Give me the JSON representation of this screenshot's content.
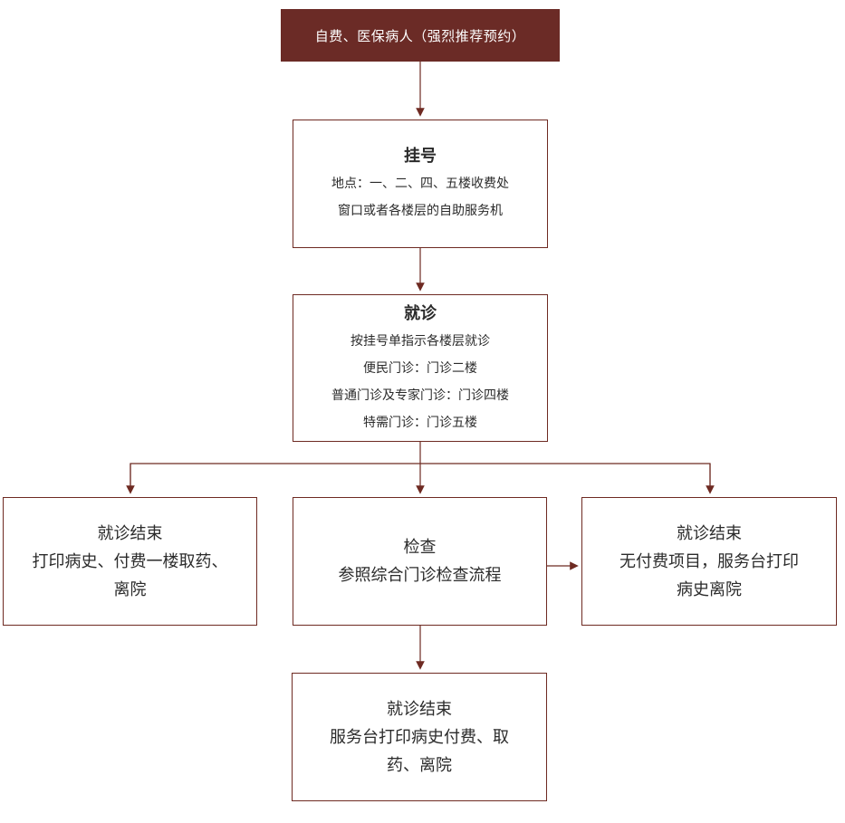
{
  "colors": {
    "accent": "#6b2b26",
    "border": "#6e2a22",
    "text": "#2b2b2b"
  },
  "nodes": {
    "start": {
      "label": "自费、医保病人（强烈推荐预约）"
    },
    "register": {
      "title": "挂号",
      "lines": [
        "地点：一、二、四、五楼收费处",
        "窗口或者各楼层的自助服务机"
      ]
    },
    "consult": {
      "title": "就诊",
      "lines": [
        "按挂号单指示各楼层就诊",
        "便民门诊：门诊二楼",
        "普通门诊及专家门诊：门诊四楼",
        "特需门诊：门诊五楼"
      ]
    },
    "end_left": {
      "title": "就诊结束",
      "lines": [
        "打印病史、付费一楼取药、",
        "离院"
      ]
    },
    "exam": {
      "title": "检查",
      "lines": [
        "参照综合门诊检查流程"
      ]
    },
    "end_right": {
      "title": "就诊结束",
      "lines": [
        "无付费项目，服务台打印",
        "病史离院"
      ]
    },
    "end_bottom": {
      "title": "就诊结束",
      "lines": [
        "服务台打印病史付费、取",
        "药、离院"
      ]
    }
  }
}
